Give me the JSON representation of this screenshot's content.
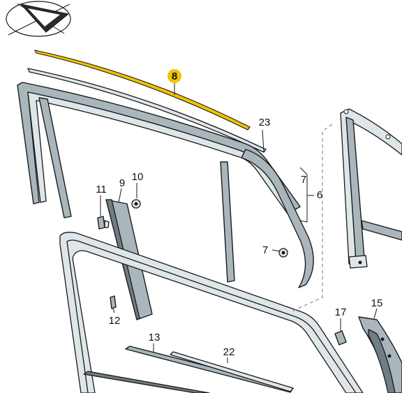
{
  "diagram": {
    "highlight_color": "#f2c200",
    "icon": "view-direction-arrow-icon",
    "callouts": [
      {
        "id": "8",
        "label": "8",
        "highlighted": true
      },
      {
        "id": "23",
        "label": "23"
      },
      {
        "id": "7a",
        "label": "7"
      },
      {
        "id": "6",
        "label": "6"
      },
      {
        "id": "7b",
        "label": "7"
      },
      {
        "id": "9",
        "label": "9"
      },
      {
        "id": "10",
        "label": "10"
      },
      {
        "id": "11",
        "label": "11"
      },
      {
        "id": "12",
        "label": "12"
      },
      {
        "id": "13",
        "label": "13"
      },
      {
        "id": "22",
        "label": "22"
      },
      {
        "id": "17",
        "label": "17"
      },
      {
        "id": "15",
        "label": "15"
      }
    ]
  }
}
